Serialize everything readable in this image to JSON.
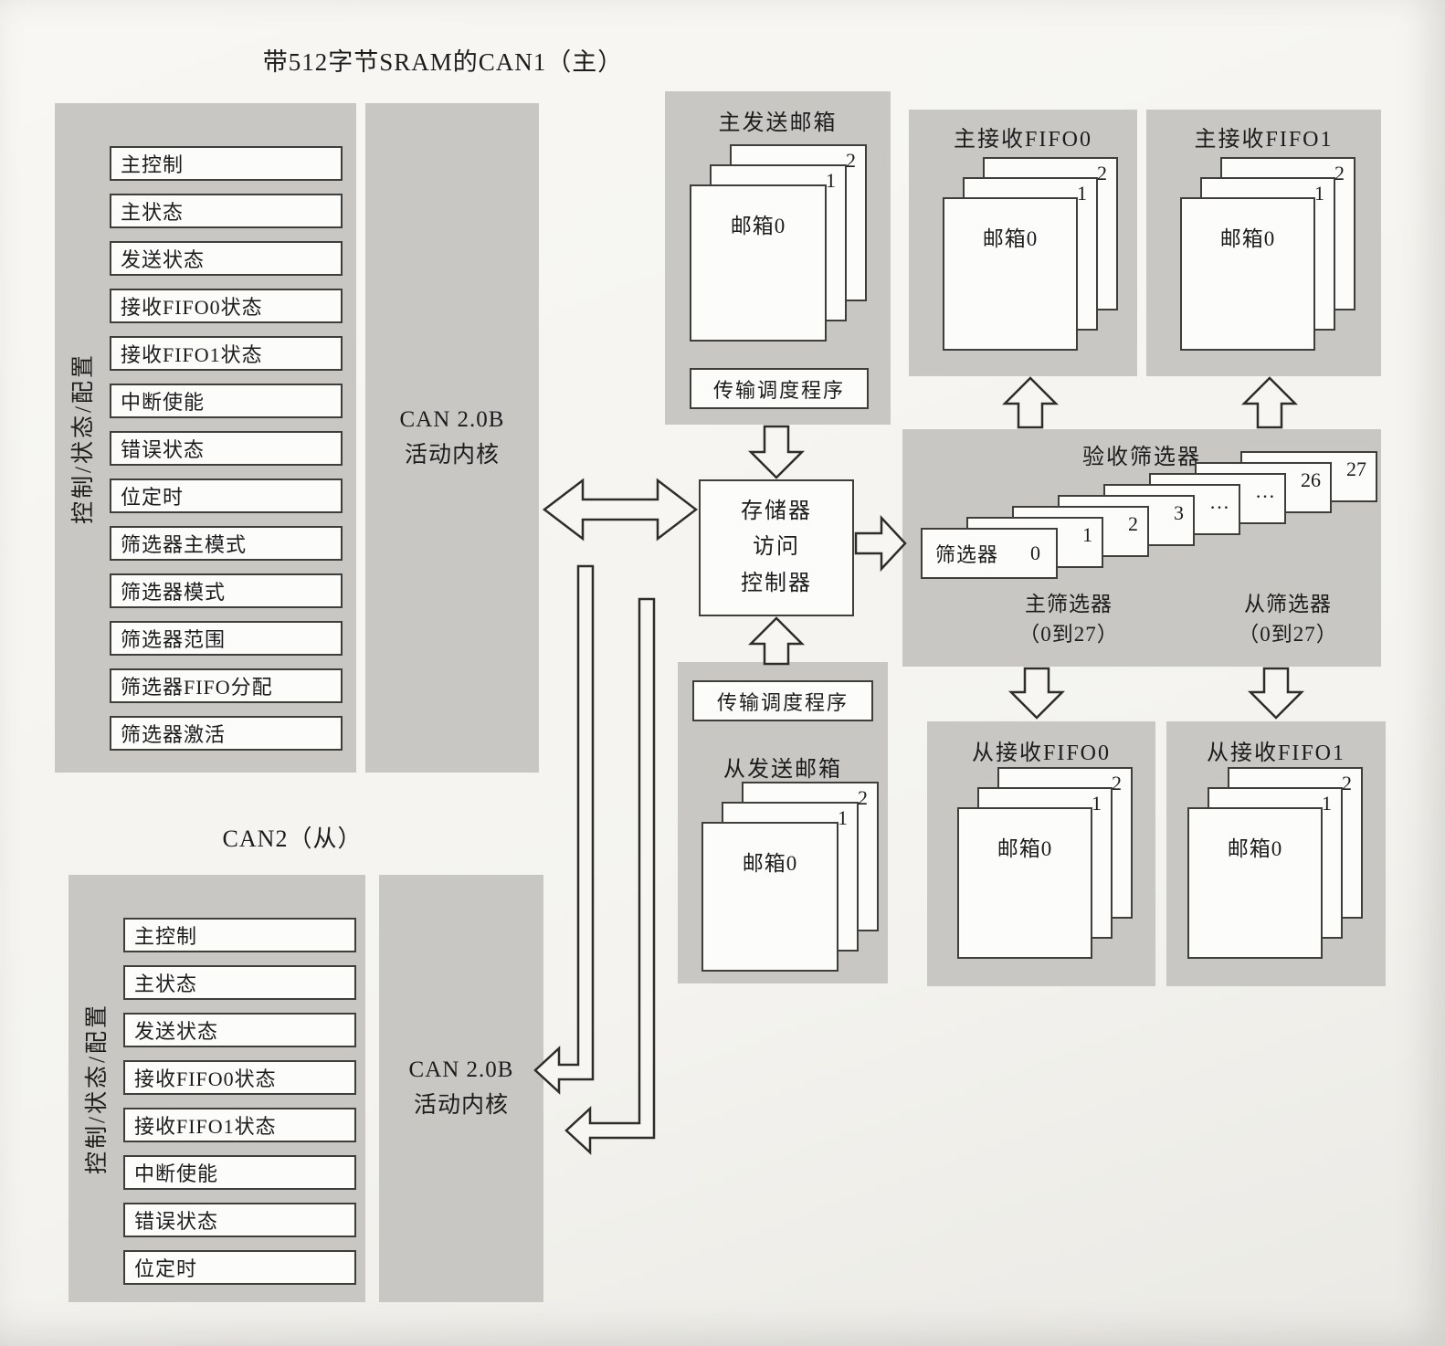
{
  "titles": {
    "can1": "带512字节SRAM的CAN1（主）",
    "can2": "CAN2（从）"
  },
  "side_label": "控制/状态/配置",
  "core": {
    "line1": "CAN 2.0B",
    "line2": "活动内核"
  },
  "can1_registers": [
    "主控制",
    "主状态",
    "发送状态",
    "接收FIFO0状态",
    "接收FIFO1状态",
    "中断使能",
    "错误状态",
    "位定时",
    "筛选器主模式",
    "筛选器模式",
    "筛选器范围",
    "筛选器FIFO分配",
    "筛选器激活"
  ],
  "can2_registers": [
    "主控制",
    "主状态",
    "发送状态",
    "接收FIFO0状态",
    "接收FIFO1状态",
    "中断使能",
    "错误状态",
    "位定时"
  ],
  "memctrl": {
    "line1": "存储器",
    "line2": "访问",
    "line3": "控制器"
  },
  "scheduler_label": "传输调度程序",
  "stacks": {
    "master_tx": {
      "title": "主发送邮箱",
      "front": "邮箱0",
      "mid": "1",
      "back": "2"
    },
    "master_rx0": {
      "title": "主接收FIFO0",
      "front": "邮箱0",
      "mid": "1",
      "back": "2"
    },
    "master_rx1": {
      "title": "主接收FIFO1",
      "front": "邮箱0",
      "mid": "1",
      "back": "2"
    },
    "slave_tx": {
      "title": "从发送邮箱",
      "front": "邮箱0",
      "mid": "1",
      "back": "2"
    },
    "slave_rx0": {
      "title": "从接收FIFO0",
      "front": "邮箱0",
      "mid": "1",
      "back": "2"
    },
    "slave_rx1": {
      "title": "从接收FIFO1",
      "front": "邮箱0",
      "mid": "1",
      "back": "2"
    }
  },
  "filter": {
    "title": "验收筛选器",
    "front_label": "筛选器",
    "numbers": [
      "0",
      "1",
      "2",
      "3",
      "…",
      "…",
      "26",
      "27"
    ],
    "master_group": {
      "line1": "主筛选器",
      "line2": "（0到27）"
    },
    "slave_group": {
      "line1": "从筛选器",
      "line2": "（0到27）"
    }
  },
  "colors": {
    "panel_gray": "#c8c7c3",
    "box_border": "#3f3e3b",
    "box_fill": "#fcfcfa",
    "page_background": "#f5f4ef"
  }
}
